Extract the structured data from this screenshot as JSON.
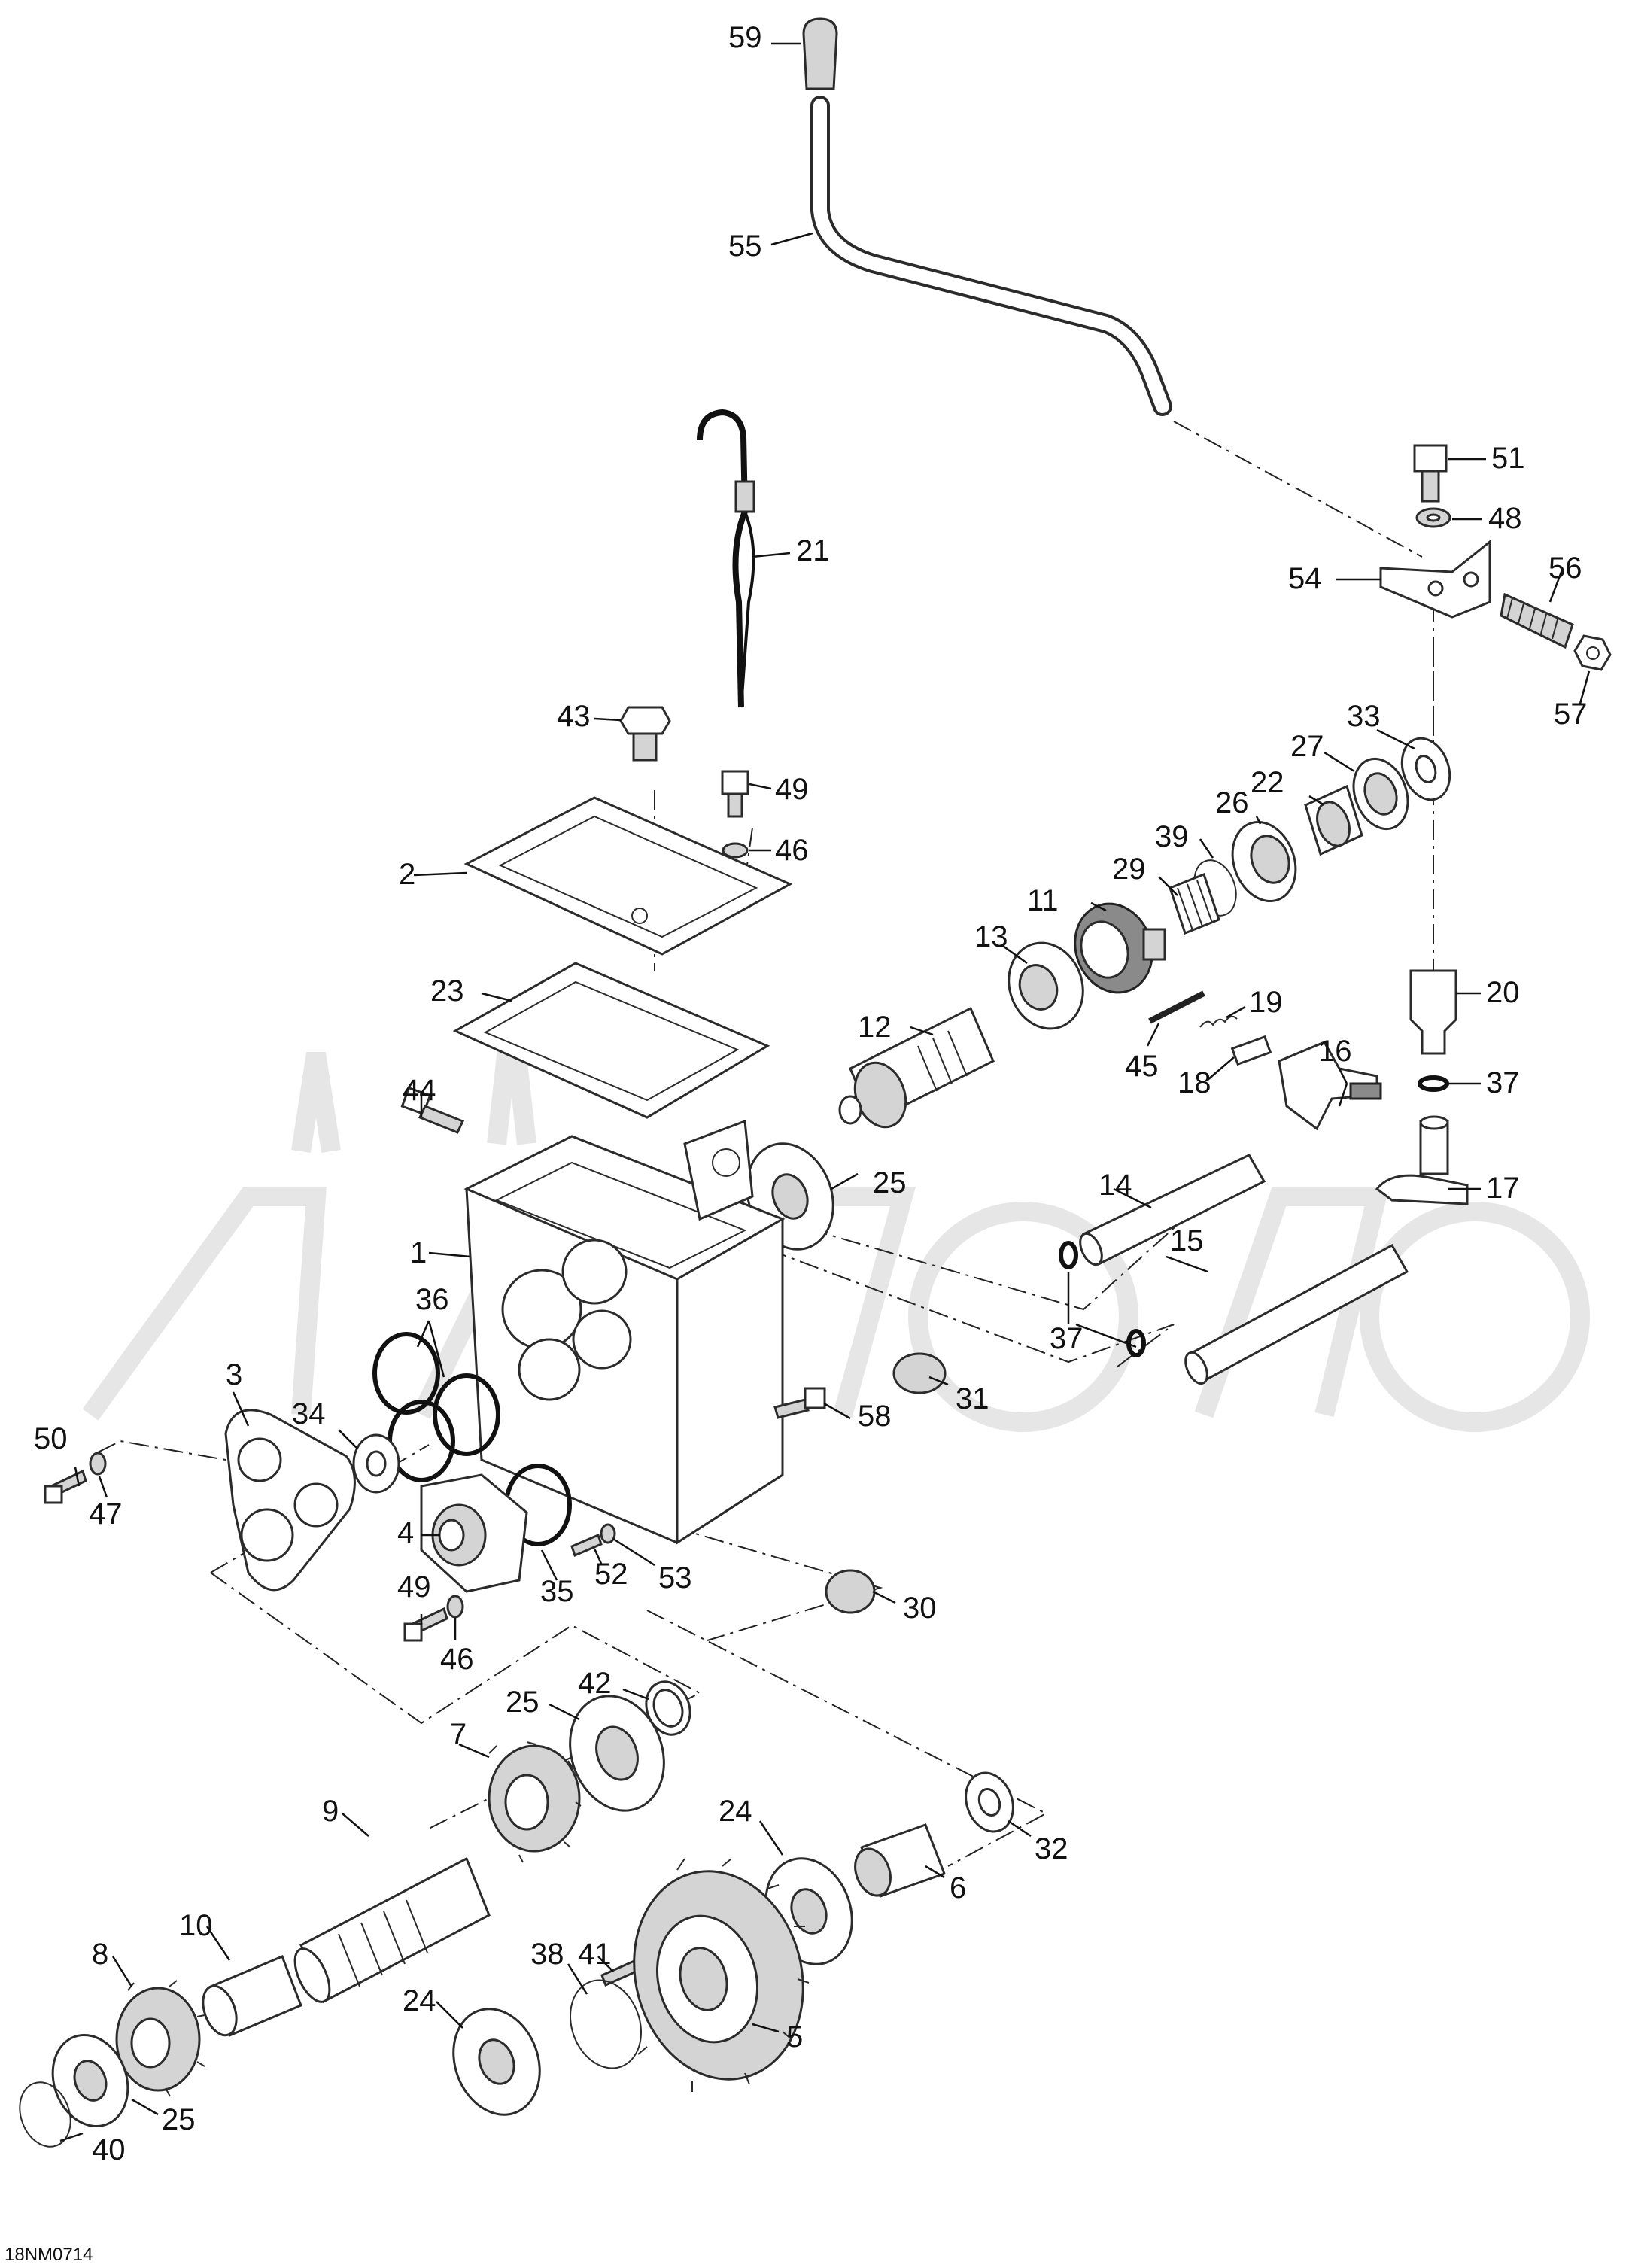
{
  "diagram": {
    "drawing_code": "18NM0714",
    "callouts": [
      {
        "id": "c59",
        "text": "59"
      },
      {
        "id": "c55",
        "text": "55"
      },
      {
        "id": "c21",
        "text": "21"
      },
      {
        "id": "c51",
        "text": "51"
      },
      {
        "id": "c48",
        "text": "48"
      },
      {
        "id": "c54",
        "text": "54"
      },
      {
        "id": "c56",
        "text": "56"
      },
      {
        "id": "c57",
        "text": "57"
      },
      {
        "id": "c43",
        "text": "43"
      },
      {
        "id": "c49a",
        "text": "49"
      },
      {
        "id": "c46a",
        "text": "46"
      },
      {
        "id": "c33",
        "text": "33"
      },
      {
        "id": "c27",
        "text": "27"
      },
      {
        "id": "c26",
        "text": "26"
      },
      {
        "id": "c22",
        "text": "22"
      },
      {
        "id": "c39",
        "text": "39"
      },
      {
        "id": "c29",
        "text": "29"
      },
      {
        "id": "c11",
        "text": "11"
      },
      {
        "id": "c13",
        "text": "13"
      },
      {
        "id": "c2",
        "text": "2"
      },
      {
        "id": "c23",
        "text": "23"
      },
      {
        "id": "c12",
        "text": "12"
      },
      {
        "id": "c19",
        "text": "19"
      },
      {
        "id": "c20",
        "text": "20"
      },
      {
        "id": "c45",
        "text": "45"
      },
      {
        "id": "c18",
        "text": "18"
      },
      {
        "id": "c16",
        "text": "16"
      },
      {
        "id": "c37a",
        "text": "37"
      },
      {
        "id": "c44",
        "text": "44"
      },
      {
        "id": "c25a",
        "text": "25"
      },
      {
        "id": "c17",
        "text": "17"
      },
      {
        "id": "c14",
        "text": "14"
      },
      {
        "id": "c1",
        "text": "1"
      },
      {
        "id": "c15",
        "text": "15"
      },
      {
        "id": "c36",
        "text": "36"
      },
      {
        "id": "c37b",
        "text": "37"
      },
      {
        "id": "c3",
        "text": "3"
      },
      {
        "id": "c34",
        "text": "34"
      },
      {
        "id": "c31",
        "text": "31"
      },
      {
        "id": "c58",
        "text": "58"
      },
      {
        "id": "c50",
        "text": "50"
      },
      {
        "id": "c47",
        "text": "47"
      },
      {
        "id": "c4",
        "text": "4"
      },
      {
        "id": "c52",
        "text": "52"
      },
      {
        "id": "c53",
        "text": "53"
      },
      {
        "id": "c35",
        "text": "35"
      },
      {
        "id": "c49b",
        "text": "49"
      },
      {
        "id": "c30",
        "text": "30"
      },
      {
        "id": "c46b",
        "text": "46"
      },
      {
        "id": "c42",
        "text": "42"
      },
      {
        "id": "c25b",
        "text": "25"
      },
      {
        "id": "c7",
        "text": "7"
      },
      {
        "id": "c24a",
        "text": "24"
      },
      {
        "id": "c32",
        "text": "32"
      },
      {
        "id": "c9",
        "text": "9"
      },
      {
        "id": "c6",
        "text": "6"
      },
      {
        "id": "c10",
        "text": "10"
      },
      {
        "id": "c41",
        "text": "41"
      },
      {
        "id": "c38",
        "text": "38"
      },
      {
        "id": "c8",
        "text": "8"
      },
      {
        "id": "c24b",
        "text": "24"
      },
      {
        "id": "c5",
        "text": "5"
      },
      {
        "id": "c25c",
        "text": "25"
      },
      {
        "id": "c40",
        "text": "40"
      }
    ]
  }
}
